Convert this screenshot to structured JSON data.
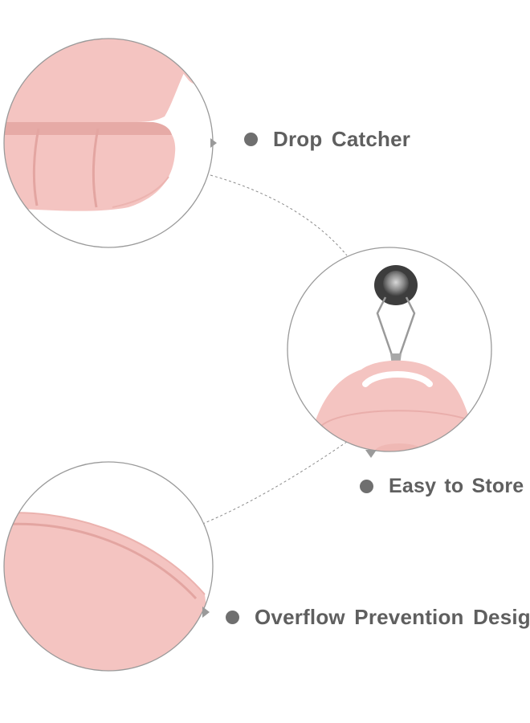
{
  "features": [
    {
      "label": "Drop  Catcher",
      "icon": "bullet-dot-icon"
    },
    {
      "label": "Easy to  Store",
      "icon": "bullet-dot-icon"
    },
    {
      "label": "Overflow  Prevention Design",
      "icon": "bullet-dot-icon"
    }
  ],
  "colors": {
    "product_pink": "#f4c4c1",
    "product_pink_shadow": "#e9aeab",
    "bullet": "#6f6f6f",
    "label_text": "#5f5f5f",
    "circle_border": "#9a9a9a"
  }
}
